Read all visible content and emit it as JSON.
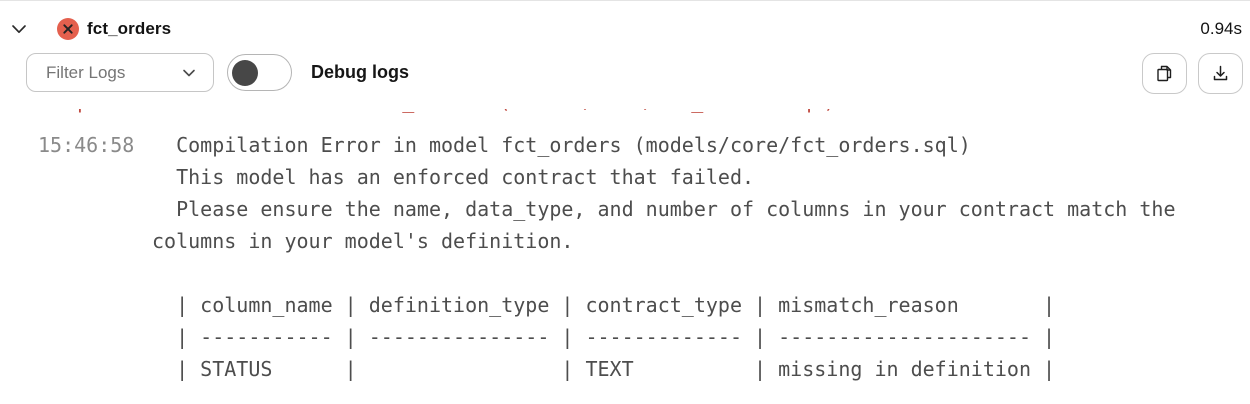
{
  "header": {
    "collapse_icon": "chevron-down-icon",
    "status_icon": "error-x-icon",
    "model_name": "fct_orders",
    "duration": "0.94s"
  },
  "toolbar": {
    "filter_dropdown": {
      "label": "Filter Logs",
      "icon": "chevron-down-icon"
    },
    "debug_toggle": {
      "label": "Debug logs",
      "state": "off"
    },
    "copy_button_icon": "copy-icon",
    "download_button_icon": "download-icon"
  },
  "log": {
    "clipped_line_text": "Compilation Error in model fct_orders (models/core/fct_orders.sql)",
    "entry": {
      "timestamp": "15:46:58",
      "lines": [
        "  Compilation Error in model fct_orders (models/core/fct_orders.sql)",
        "  This model has an enforced contract that failed.",
        "  Please ensure the name, data_type, and number of columns in your contract match the",
        "columns in your model's definition.",
        "",
        "  | column_name | definition_type | contract_type | mismatch_reason       |",
        "  | ----------- | --------------- | ------------- | --------------------- |",
        "  | STATUS      |                 | TEXT          | missing in definition |"
      ]
    }
  },
  "colors": {
    "error_badge": "#e4604e",
    "error_badge_glyph": "#232323",
    "clipped_text_red": "#c0493f",
    "log_text": "#4d4d4d",
    "timestamp_text": "#8a8a8a"
  }
}
